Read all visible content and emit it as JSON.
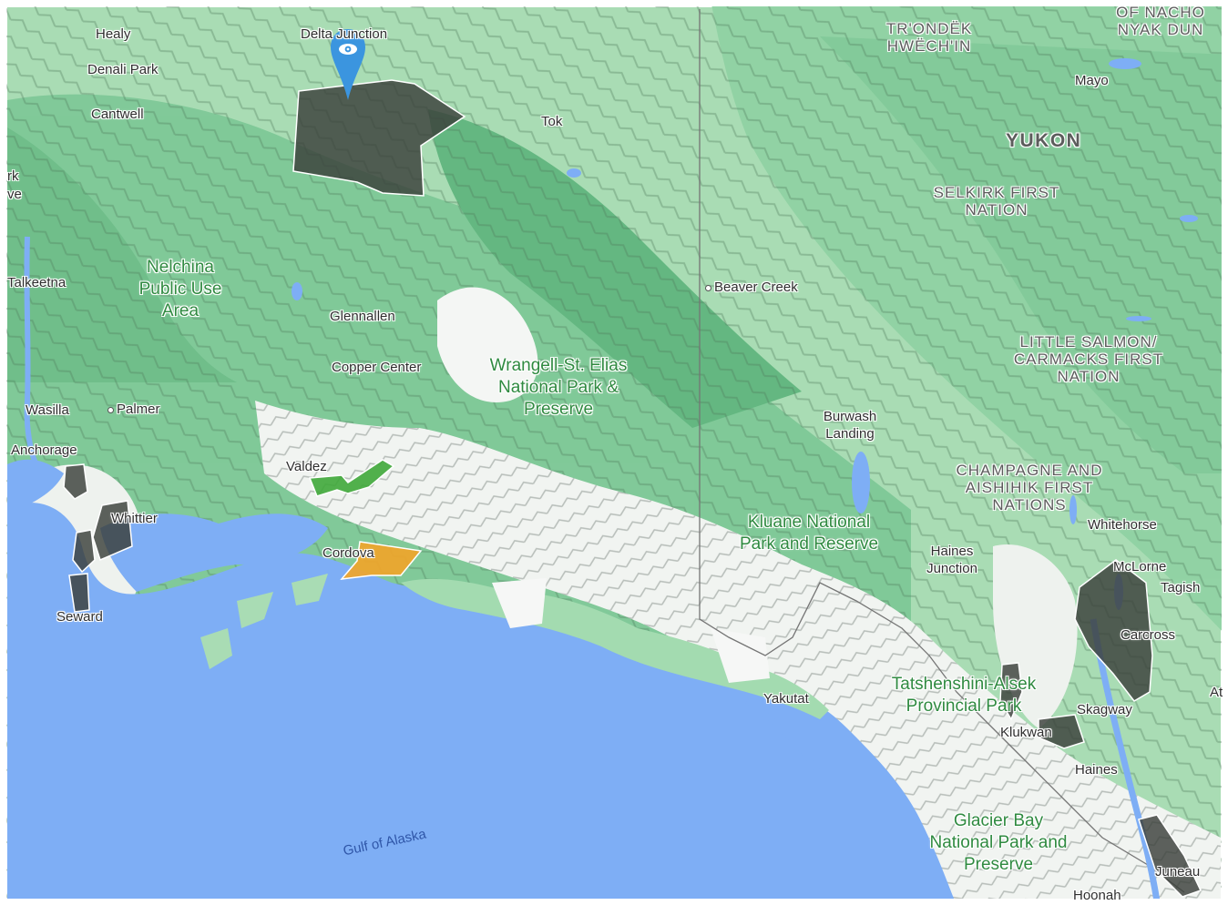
{
  "map": {
    "colors": {
      "water": "#7eaef5",
      "land": "#a9dcb4",
      "forest": "#6dc08a",
      "mountain_dark": "#4f7a5c",
      "snow": "#f4f6f4",
      "lowland": "#9ed7a9",
      "border": "#7a7a7a",
      "zone_dark": "#3a3f3b",
      "zone_green": "#3fa83a",
      "zone_orange": "#f0a52a",
      "marker": "#3b95df"
    },
    "places": {
      "healy": "Healy",
      "denali_park": "Denali Park",
      "cantwell": "Cantwell",
      "delta_junction": "Delta Junction",
      "tok": "Tok",
      "talkeetna": "Talkeetna",
      "glennallen": "Glennallen",
      "copper_center": "Copper Center",
      "wasilla": "Wasilla",
      "palmer": "Palmer",
      "anchorage": "Anchorage",
      "valdez": "Valdez",
      "whittier": "Whittier",
      "cordova": "Cordova",
      "seward": "Seward",
      "beaver_creek": "Beaver Creek",
      "burwash_landing": "Burwash Landing",
      "mayo": "Mayo",
      "whitehorse": "Whitehorse",
      "haines_junction": "Haines Junction",
      "mclorne": "McLorne",
      "tagish": "Tagish",
      "carcross": "Carcross",
      "skagway": "Skagway",
      "klukwan": "Klukwan",
      "haines": "Haines",
      "yakutat": "Yakutat",
      "juneau": "Juneau",
      "hoonah": "Hoonah",
      "edge_atlin": "At",
      "edge_park": "rk",
      "edge_ve": "ve"
    },
    "regions": {
      "yukon": "YUKON",
      "trondek": "TR'ONDËK HWËCH'IN",
      "nacho": "OF NACHO NYAK DUN",
      "selkirk": "SELKIRK FIRST NATION",
      "little_salmon": "LITTLE SALMON/ CARMACKS FIRST NATION",
      "champagne": "CHAMPAGNE AND AISHIHIK FIRST NATIONS"
    },
    "parks": {
      "nelchina": "Nelchina Public Use Area",
      "wrangell": "Wrangell-St. Elias National Park & Preserve",
      "kluane": "Kluane National Park and Reserve",
      "tatshenshini": "Tatshenshini-Alsek Provincial Park",
      "glacier_bay": "Glacier Bay National Park and Preserve"
    },
    "water": {
      "gulf": "Gulf of Alaska"
    },
    "marker": {
      "icon": "eye-icon",
      "label": "view-location"
    }
  }
}
